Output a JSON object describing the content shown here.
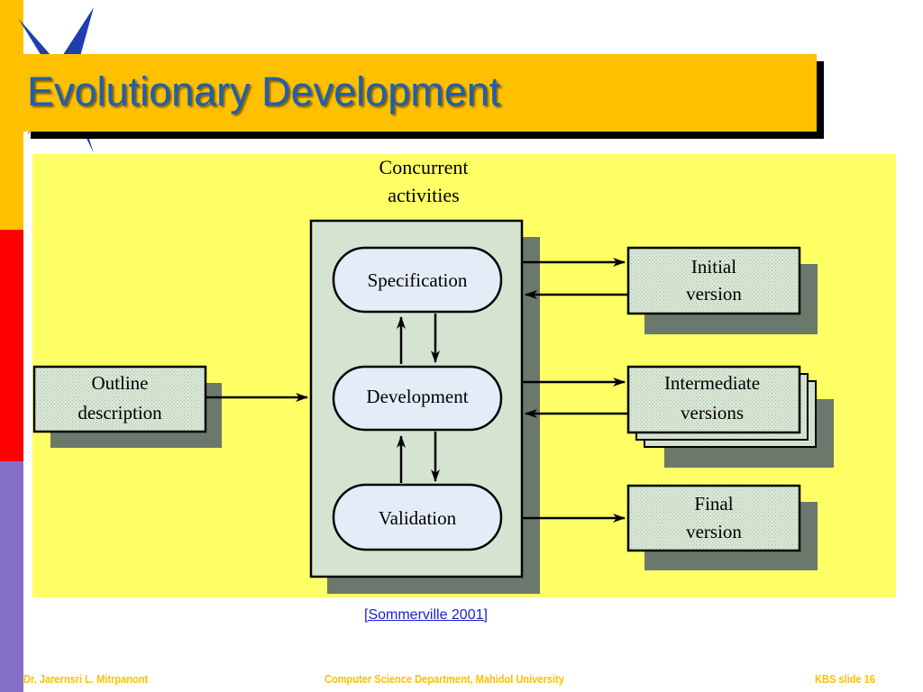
{
  "slide": {
    "title": "Evolutionary Development",
    "citation": "[Sommerville 2001]",
    "footer": {
      "author": "Dr. Jarernsri L. Mitrpanont",
      "department": "Computer Science Department, Mahidol University",
      "slide_label": "KBS  slide  16"
    }
  },
  "diagram": {
    "concurrent_label": [
      "Concurrent",
      "activities"
    ],
    "outline": [
      "Outline",
      "description"
    ],
    "activities": [
      "Specification",
      "Development",
      "Validation"
    ],
    "outputs": {
      "initial": [
        "Initial",
        "version"
      ],
      "intermediate": [
        "Intermediate",
        "versions"
      ],
      "final": [
        "Final",
        "version"
      ]
    }
  },
  "colors": {
    "strip_orange": "#ffc000",
    "strip_red": "#ff0000",
    "strip_purple": "#8470c8",
    "title_text": "#1f5fb0",
    "panel_bg": "#ffff66",
    "box_fill": "#d4e4d0",
    "shadow": "#6d786c",
    "pill_fill": "#e4ecf8"
  }
}
